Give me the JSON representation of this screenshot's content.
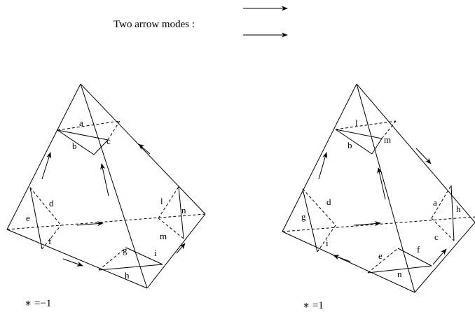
{
  "legend": {
    "text": "Two arrow modes :"
  },
  "left": {
    "caption": "∗ =−1",
    "labels": {
      "a": "a",
      "b": "b",
      "c": "c",
      "d": "d",
      "e": "e",
      "f": "f",
      "g": "g",
      "h": "h",
      "i": "i",
      "l": "l",
      "m": "m",
      "n": "n"
    }
  },
  "right": {
    "caption": "∗ =1",
    "labels": {
      "l": "l",
      "b": "b",
      "m": "m",
      "d": "d",
      "g": "g",
      "i": "i",
      "a": "a",
      "h": "h",
      "c": "c",
      "e": "e",
      "f": "f",
      "n": "n"
    }
  }
}
